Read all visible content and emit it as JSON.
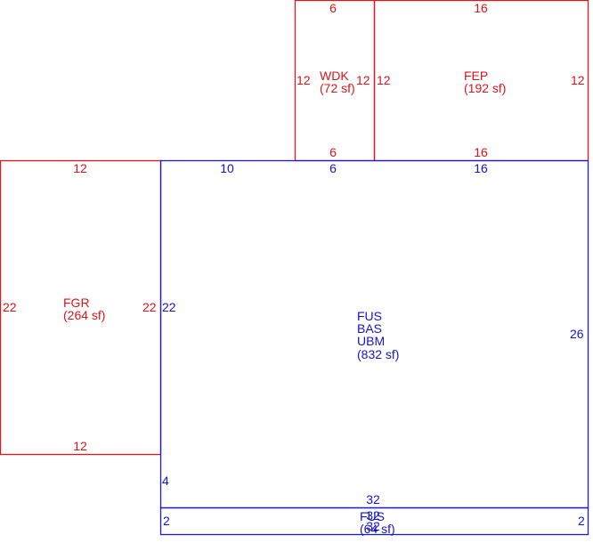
{
  "colors": {
    "garage_porch_deck": "#e8141b",
    "main_living": "#1b1bd6"
  },
  "areas": {
    "wdk": {
      "code": "WDK",
      "area": "(72 sf)",
      "dims": {
        "top": "6",
        "bottom": "6",
        "left": "12",
        "right": "12"
      }
    },
    "fep": {
      "code": "FEP",
      "area": "(192 sf)",
      "dims": {
        "top": "16",
        "bottom": "16",
        "left": "12",
        "right": "12"
      }
    },
    "fgr": {
      "code": "FGR",
      "area": "(264 sf)",
      "dims": {
        "top": "12",
        "bottom": "12",
        "left": "22",
        "right": "22"
      }
    },
    "main": {
      "codes": [
        "FUS",
        "BAS",
        "UBM"
      ],
      "area": "(832 sf)",
      "dims": {
        "top_left": "10",
        "top_mid": "6",
        "top_right": "16",
        "left": "22",
        "left_lower": "4",
        "right": "26",
        "bottom": "32"
      }
    },
    "fus_strip": {
      "code": "FUS",
      "area": "(64 sf)",
      "dims": {
        "top": "32",
        "bottom": "32",
        "left": "2",
        "right": "2"
      }
    }
  }
}
